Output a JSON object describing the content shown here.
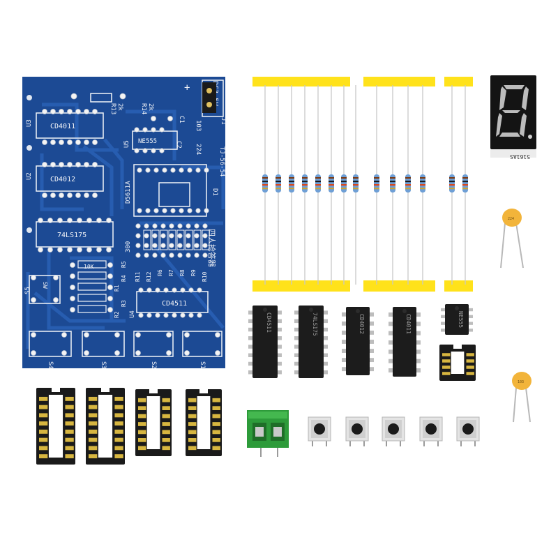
{
  "pcb": {
    "ic_labels": [
      "CD4011",
      "CD4012",
      "74LS175",
      "CD4511",
      "NE555",
      "D5611A"
    ],
    "designators": [
      "U3",
      "U2",
      "U5",
      "U4",
      "R13",
      "R14",
      "C1",
      "C2",
      "J1",
      "D1",
      "S5",
      "S4",
      "S3",
      "S2",
      "S1",
      "R1",
      "R2",
      "R3",
      "R4",
      "R5",
      "R6",
      "R7",
      "R8",
      "R9",
      "R10",
      "R11",
      "R12"
    ],
    "value_labels": [
      "2k",
      "2k",
      "103",
      "224",
      "300",
      "10K",
      "SW"
    ],
    "power_label": "DC3-5V",
    "plus_sign": "+",
    "model_label": "TJ-56-54",
    "title_chinese": "四人抢答器"
  },
  "components": {
    "resistor_tape_groups": [
      8,
      4,
      2
    ],
    "chips": [
      "CD4511",
      "74LS175",
      "CD4012",
      "CD4011",
      "NE555"
    ],
    "ic_sockets": [
      {
        "pins": 16
      },
      {
        "pins": 16
      },
      {
        "pins": 14
      },
      {
        "pins": 14
      },
      {
        "pins": 8
      }
    ],
    "push_buttons": 5,
    "capacitor_labels": [
      "224",
      "103"
    ],
    "display_label": "5161AS"
  }
}
